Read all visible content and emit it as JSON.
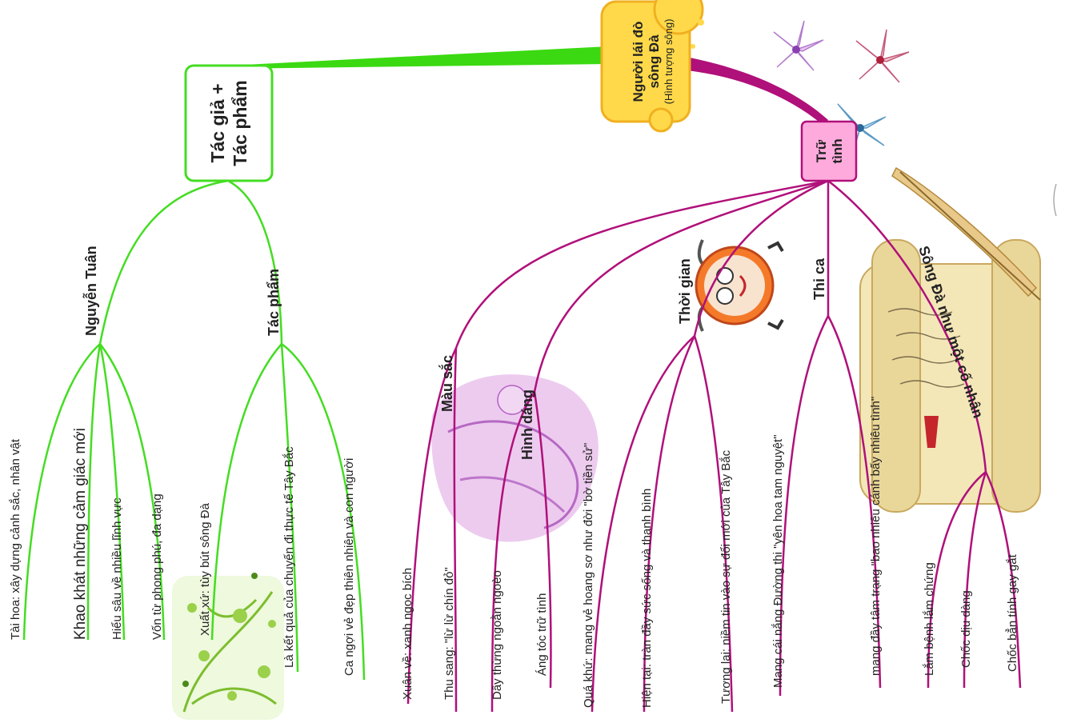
{
  "center": {
    "title_line1": "Người lái đò",
    "title_line2": "sông Đà",
    "subtitle": "(Hình tượng sông)"
  },
  "branch_author": {
    "title_line1": "Tác giả +",
    "title_line2": "Tác phẩm",
    "color": "#44dd22",
    "sub_author": {
      "label": "Nguyễn Tuân",
      "leaves": [
        "Tài hoa: xây dựng cảnh sắc, nhân vật",
        "Khao khát những cảm giác mới",
        "Hiểu sâu về nhiều lĩnh vực",
        "Vốn từ phong phú, đa dạng"
      ]
    },
    "sub_work": {
      "label": "Tác phẩm",
      "leaves": [
        "Xuất xứ: tùy bút sông Đà",
        "Là kết quả của chuyến đi thực tế Tây Bắc",
        "Ca ngợi vẻ đẹp thiên nhiên và con người"
      ]
    }
  },
  "branch_lyric": {
    "title_line1": "Trữ",
    "title_line2": "tình",
    "color": "#b0107a",
    "color_box": "#ffaadd",
    "mau_sac": {
      "label": "Màu sắc",
      "leaves": [
        "Xuân về: xanh ngọc bích",
        "Thu sang: \"lừ lừ chín đỏ\""
      ]
    },
    "hinh_dang": {
      "label": "Hình dáng",
      "leaves": [
        "Dây thừng ngoằn ngoèo",
        "Áng tóc trữ tình"
      ]
    },
    "thoi_gian": {
      "label": "Thời gian",
      "leaves": [
        "Quá khứ: mang vẻ hoang sơ như đời \"bờ tiền sử\"",
        "Hiện tại: tràn đầy sức sống và thanh bình",
        "Tương lai: niềm tin vào sự đổi mới của Tây Bắc"
      ]
    },
    "thi_ca": {
      "label": "Thi ca",
      "leaves": [
        "Mang cái nắng Đường thi \"yên hoa tam nguyệt\"",
        "mang đầy tâm trạng \"bao nhiêu cánh bấy nhiêu tình\""
      ]
    },
    "song_da": {
      "label": "Sông Đà như một cố nhân",
      "leaves": [
        "Lắm bệnh lắm chứng",
        "Chốc dịu dàng",
        "Chốc bẳn tính gay gắt"
      ]
    }
  }
}
